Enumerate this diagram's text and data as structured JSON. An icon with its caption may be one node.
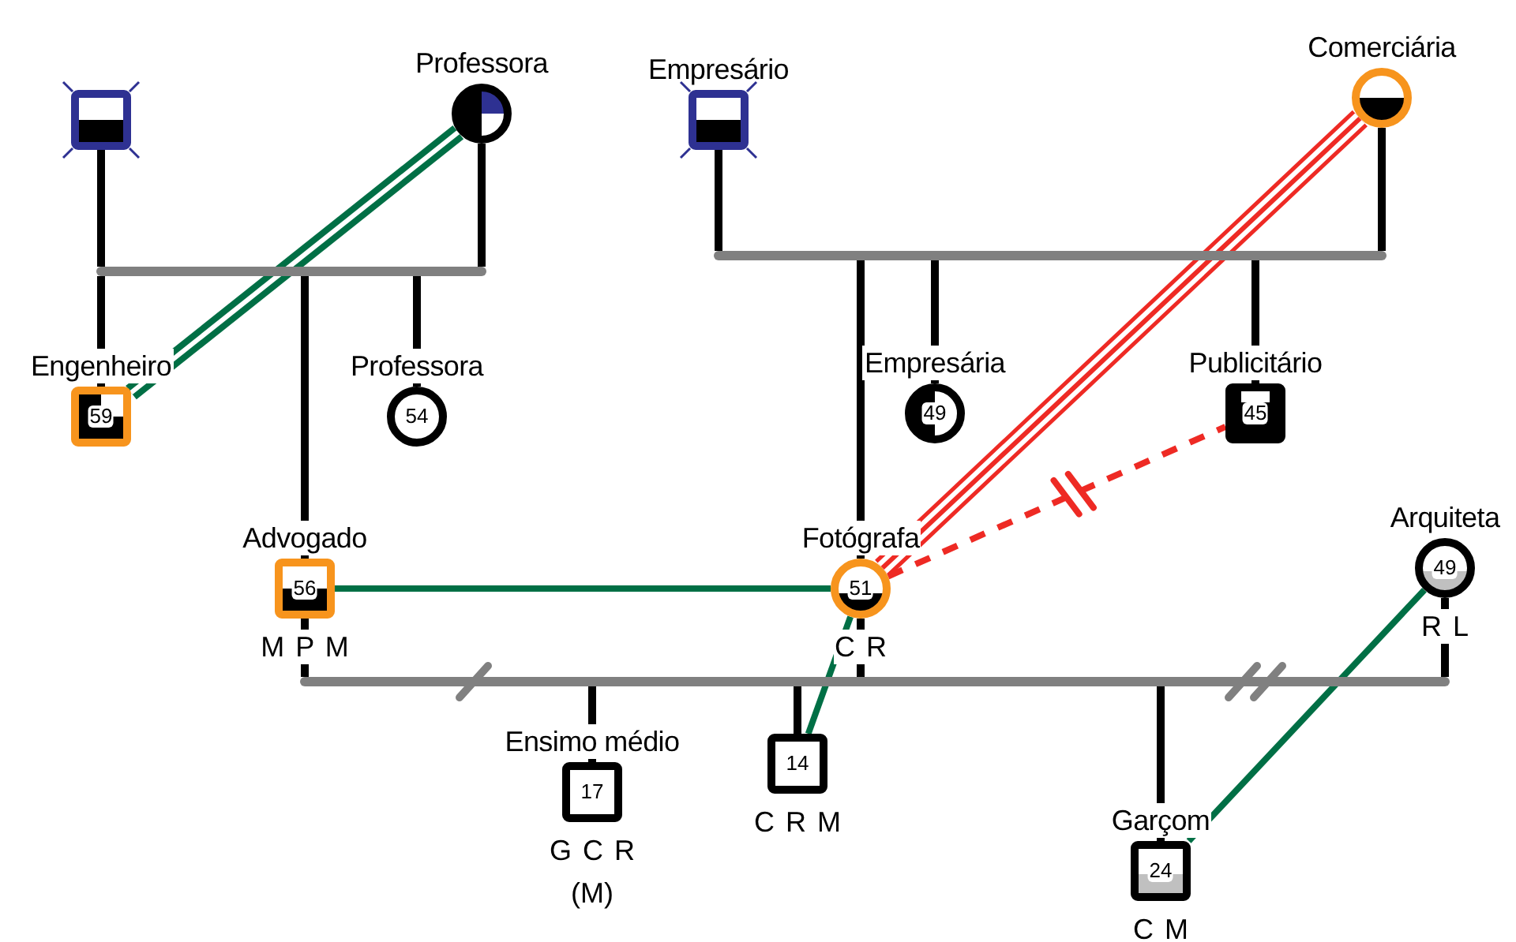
{
  "diagram": {
    "nodes": [
      {
        "text": [],
        "shape": "box"
      },
      {
        "text": [
          "Professora"
        ]
      },
      {
        "text": [
          "Engenheiro",
          "59"
        ]
      },
      {
        "text": [
          "Professora",
          "54"
        ]
      },
      {
        "text": [
          "Advogado",
          "56",
          "M P M"
        ]
      },
      {
        "text": [
          "Empresário"
        ]
      },
      {
        "text": [
          "Comerciária"
        ]
      },
      {
        "text": [
          "Empresária",
          "49"
        ]
      },
      {
        "text": [
          "Publicitário",
          "45"
        ]
      },
      {
        "text": [
          "Fotógrafa",
          "51",
          "C R"
        ]
      },
      {
        "text": [
          "Arquiteta",
          "49",
          "R L"
        ]
      },
      {
        "text": [
          "Ensimo médio",
          "17",
          "G C R",
          "(M)"
        ]
      },
      {
        "text": [
          "14",
          "C R M"
        ]
      },
      {
        "text": [
          "Garçom",
          "24",
          "C M"
        ]
      },
      {
        "text": [],
        "shape": "bar"
      },
      {
        "text": [],
        "shape": "bar"
      },
      {
        "text": [],
        "shape": "bar"
      }
    ],
    "edges": [
      {
        "from": 0,
        "to": 14,
        "arrow": "none"
      },
      {
        "from": 1,
        "to": 14,
        "arrow": "none"
      },
      {
        "from": 14,
        "to": 2,
        "arrow": "none"
      },
      {
        "from": 14,
        "to": 3,
        "arrow": "none"
      },
      {
        "from": 14,
        "to": 4,
        "arrow": "none"
      },
      {
        "from": 5,
        "to": 15,
        "arrow": "none"
      },
      {
        "from": 6,
        "to": 15,
        "arrow": "none"
      },
      {
        "from": 15,
        "to": 9,
        "arrow": "none"
      },
      {
        "from": 15,
        "to": 7,
        "arrow": "none"
      },
      {
        "from": 15,
        "to": 8,
        "arrow": "none"
      },
      {
        "from": 4,
        "to": 16,
        "arrow": "none"
      },
      {
        "from": 9,
        "to": 16,
        "arrow": "none"
      },
      {
        "from": 10,
        "to": 16,
        "arrow": "none"
      },
      {
        "from": 16,
        "to": 11,
        "arrow": "none"
      },
      {
        "from": 16,
        "to": 12,
        "arrow": "none"
      },
      {
        "from": 16,
        "to": 13,
        "arrow": "none"
      },
      {
        "from": 1,
        "to": 2,
        "arrow": "none",
        "style": "thick",
        "color": "#006f45"
      },
      {
        "from": 6,
        "to": 9,
        "arrow": "none",
        "style": "thick",
        "color": "#ee2a24"
      },
      {
        "from": 9,
        "to": 8,
        "arrow": "none",
        "style": "dashed",
        "color": "#ee2a24"
      },
      {
        "from": 4,
        "to": 9,
        "arrow": "none",
        "color": "#006f45"
      },
      {
        "from": 9,
        "to": 12,
        "arrow": "none",
        "color": "#006f45"
      },
      {
        "from": 10,
        "to": 13,
        "arrow": "none",
        "color": "#006f45"
      }
    ]
  }
}
